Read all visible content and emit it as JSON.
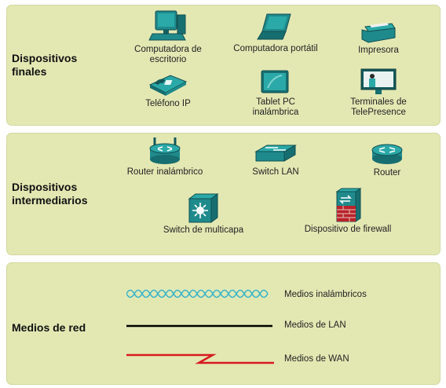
{
  "sections": [
    {
      "title": "Dispositivos\nfinales",
      "devices": [
        {
          "label": "Computadora de\nescritorio",
          "icon": "desktop-computer-icon"
        },
        {
          "label": "Computadora portátil",
          "icon": "laptop-icon"
        },
        {
          "label": "Impresora",
          "icon": "printer-icon"
        },
        {
          "label": "Teléfono IP",
          "icon": "ip-phone-icon"
        },
        {
          "label": "Tablet PC\ninalámbrica",
          "icon": "tablet-icon"
        },
        {
          "label": "Terminales de\nTelePresence",
          "icon": "telepresence-icon"
        }
      ]
    },
    {
      "title": "Dispositivos\nintermediarios",
      "devices": [
        {
          "label": "Router inalámbrico",
          "icon": "wireless-router-icon"
        },
        {
          "label": "Switch LAN",
          "icon": "lan-switch-icon"
        },
        {
          "label": "Router",
          "icon": "router-icon"
        },
        {
          "label": "Switch de multicapa",
          "icon": "multilayer-switch-icon"
        },
        {
          "label": "Dispositivo de firewall",
          "icon": "firewall-icon"
        }
      ]
    },
    {
      "title": "Medios de red",
      "media": [
        {
          "label": "Medios inalámbricos",
          "icon": "wireless-media-icon",
          "color": "#39b5c9"
        },
        {
          "label": "Medios de LAN",
          "icon": "lan-media-icon",
          "color": "#000000"
        },
        {
          "label": "Medios de WAN",
          "icon": "wan-media-icon",
          "color": "#d8191f"
        }
      ]
    }
  ],
  "colors": {
    "panel": "#e3e8b3",
    "device_teal": "#1f8a8c",
    "device_dark": "#15585a"
  }
}
